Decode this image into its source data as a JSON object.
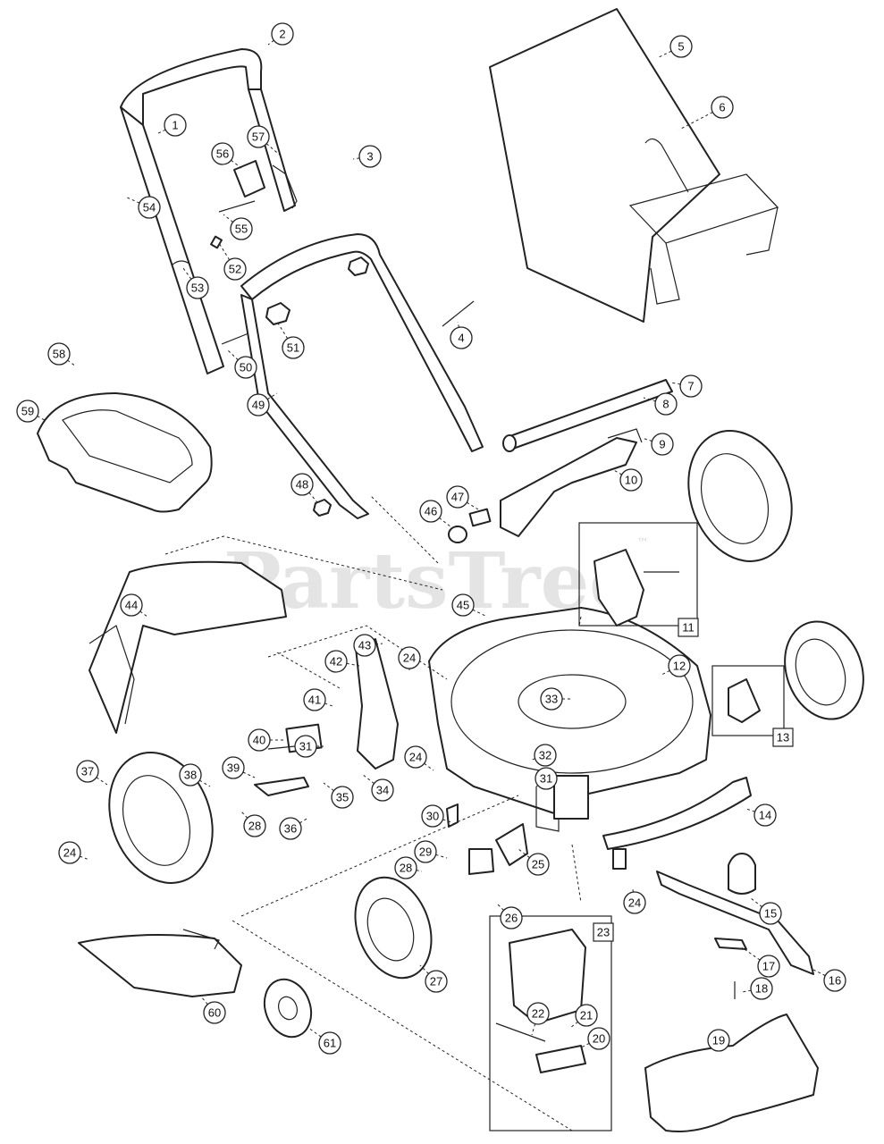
{
  "watermark": {
    "text": "PartsTree",
    "mark": "™"
  },
  "callouts": [
    {
      "id": "1",
      "label": "1"
    },
    {
      "id": "2",
      "label": "2"
    },
    {
      "id": "3",
      "label": "3"
    },
    {
      "id": "4",
      "label": "4"
    },
    {
      "id": "5",
      "label": "5"
    },
    {
      "id": "6",
      "label": "6"
    },
    {
      "id": "7",
      "label": "7"
    },
    {
      "id": "8",
      "label": "8"
    },
    {
      "id": "9",
      "label": "9"
    },
    {
      "id": "10",
      "label": "10"
    },
    {
      "id": "12",
      "label": "12"
    },
    {
      "id": "14",
      "label": "14"
    },
    {
      "id": "15",
      "label": "15"
    },
    {
      "id": "16",
      "label": "16"
    },
    {
      "id": "17",
      "label": "17"
    },
    {
      "id": "18",
      "label": "18"
    },
    {
      "id": "19",
      "label": "19"
    },
    {
      "id": "20",
      "label": "20"
    },
    {
      "id": "21",
      "label": "21"
    },
    {
      "id": "22",
      "label": "22"
    },
    {
      "id": "24a",
      "label": "24"
    },
    {
      "id": "24b",
      "label": "24"
    },
    {
      "id": "24c",
      "label": "24"
    },
    {
      "id": "24d",
      "label": "24"
    },
    {
      "id": "25",
      "label": "25"
    },
    {
      "id": "26",
      "label": "26"
    },
    {
      "id": "27",
      "label": "27"
    },
    {
      "id": "28a",
      "label": "28"
    },
    {
      "id": "28b",
      "label": "28"
    },
    {
      "id": "29",
      "label": "29"
    },
    {
      "id": "30",
      "label": "30"
    },
    {
      "id": "31a",
      "label": "31"
    },
    {
      "id": "31b",
      "label": "31"
    },
    {
      "id": "32",
      "label": "32"
    },
    {
      "id": "33",
      "label": "33"
    },
    {
      "id": "34",
      "label": "34"
    },
    {
      "id": "35",
      "label": "35"
    },
    {
      "id": "36",
      "label": "36"
    },
    {
      "id": "37",
      "label": "37"
    },
    {
      "id": "38",
      "label": "38"
    },
    {
      "id": "39",
      "label": "39"
    },
    {
      "id": "40",
      "label": "40"
    },
    {
      "id": "41",
      "label": "41"
    },
    {
      "id": "42",
      "label": "42"
    },
    {
      "id": "43",
      "label": "43"
    },
    {
      "id": "44",
      "label": "44"
    },
    {
      "id": "45",
      "label": "45"
    },
    {
      "id": "46",
      "label": "46"
    },
    {
      "id": "47",
      "label": "47"
    },
    {
      "id": "48",
      "label": "48"
    },
    {
      "id": "49",
      "label": "49"
    },
    {
      "id": "50",
      "label": "50"
    },
    {
      "id": "51",
      "label": "51"
    },
    {
      "id": "52",
      "label": "52"
    },
    {
      "id": "53",
      "label": "53"
    },
    {
      "id": "54",
      "label": "54"
    },
    {
      "id": "55",
      "label": "55"
    },
    {
      "id": "56",
      "label": "56"
    },
    {
      "id": "57",
      "label": "57"
    },
    {
      "id": "58",
      "label": "58"
    },
    {
      "id": "59",
      "label": "59"
    },
    {
      "id": "60",
      "label": "60"
    },
    {
      "id": "61",
      "label": "61"
    }
  ],
  "boxed_callouts": [
    {
      "id": "11",
      "label": "11"
    },
    {
      "id": "13",
      "label": "13"
    },
    {
      "id": "23",
      "label": "23"
    }
  ]
}
